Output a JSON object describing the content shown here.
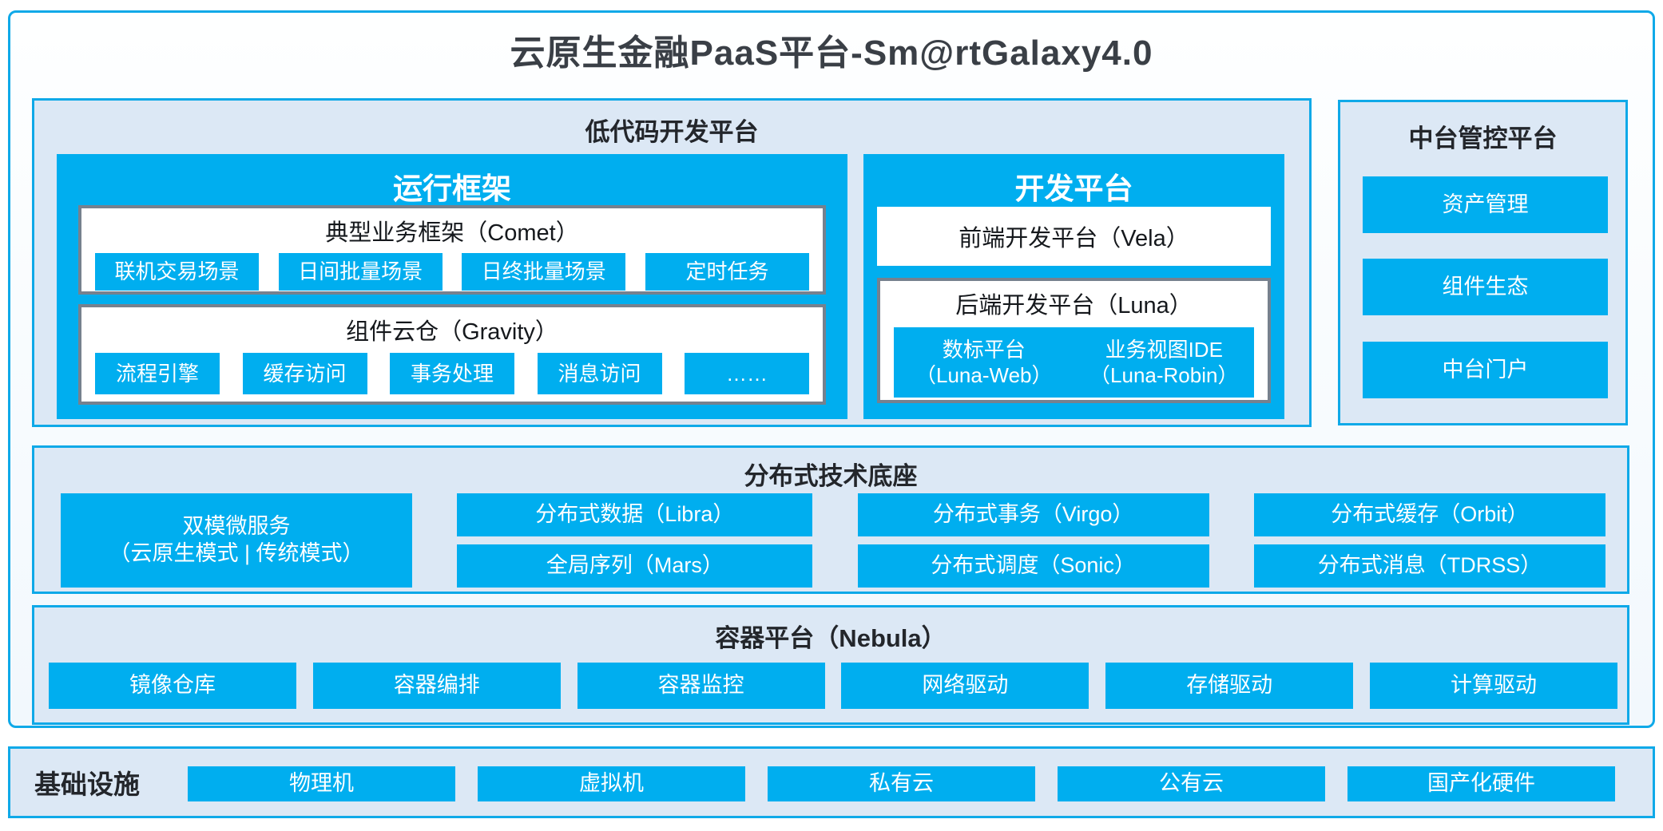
{
  "colors": {
    "accent": "#00AEEF",
    "panel_fill": "#DCE8F5",
    "border_blue": "#0FA9E8",
    "gray_border": "#76818E",
    "dark_text": "#23262B",
    "title_text": "#3A3F46"
  },
  "title": "云原生金融PaaS平台-Sm@rtGalaxy4.0",
  "low_code": {
    "title": "低代码开发平台",
    "runtime": {
      "title": "运行框架",
      "comet": {
        "title": "典型业务框架（Comet）",
        "items": [
          "联机交易场景",
          "日间批量场景",
          "日终批量场景",
          "定时任务"
        ]
      },
      "gravity": {
        "title": "组件云仓（Gravity）",
        "items": [
          "流程引擎",
          "缓存访问",
          "事务处理",
          "消息访问",
          "……"
        ]
      }
    },
    "dev": {
      "title": "开发平台",
      "vela_label": "前端开发平台（Vela）",
      "luna": {
        "title": "后端开发平台（Luna）",
        "items": [
          {
            "line1": "数标平台",
            "line2": "（Luna-Web）"
          },
          {
            "line1": "业务视图IDE",
            "line2": "（Luna-Robin）"
          }
        ]
      }
    }
  },
  "middle_platform": {
    "title": "中台管控平台",
    "items": [
      "资产管理",
      "组件生态",
      "中台门户"
    ]
  },
  "distributed": {
    "title": "分布式技术底座",
    "dual_mode": {
      "line1": "双模微服务",
      "line2": "（云原生模式 | 传统模式）"
    },
    "columns": [
      [
        "分布式数据（Libra）",
        "全局序列（Mars）"
      ],
      [
        "分布式事务（Virgo）",
        "分布式调度（Sonic）"
      ],
      [
        "分布式缓存（Orbit）",
        "分布式消息（TDRSS）"
      ]
    ]
  },
  "container_platform": {
    "title": "容器平台（Nebula）",
    "items": [
      "镜像仓库",
      "容器编排",
      "容器监控",
      "网络驱动",
      "存储驱动",
      "计算驱动"
    ]
  },
  "infrastructure": {
    "title": "基础设施",
    "items": [
      "物理机",
      "虚拟机",
      "私有云",
      "公有云",
      "国产化硬件"
    ]
  }
}
